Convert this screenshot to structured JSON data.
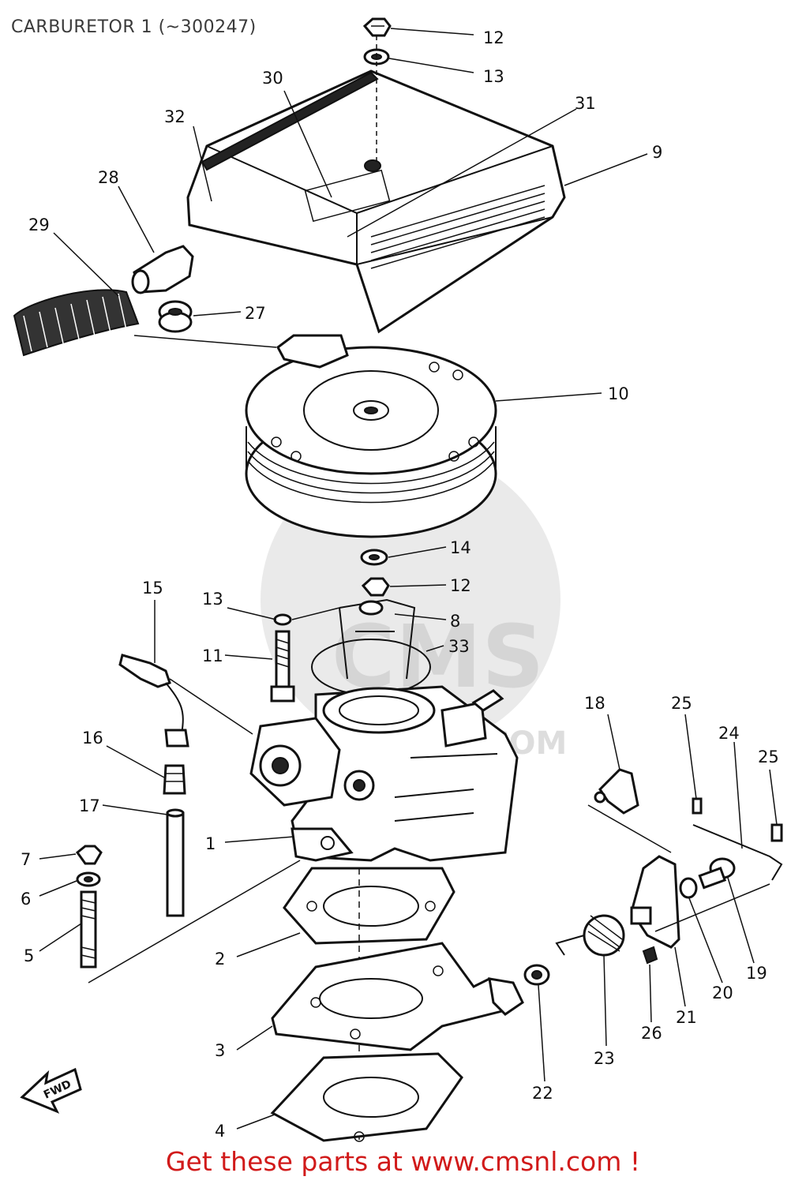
{
  "title": "CARBURETOR 1 (~300247)",
  "footer": {
    "text": "Get these parts at www.cmsnl.com !",
    "color": "#d11a1a"
  },
  "watermark": {
    "logo_text": "CMS",
    "url_text": ".COM"
  },
  "fwd_label": "FWD",
  "callouts": [
    {
      "id": "c12a",
      "label": "12"
    },
    {
      "id": "c13a",
      "label": "13"
    },
    {
      "id": "c30",
      "label": "30"
    },
    {
      "id": "c31",
      "label": "31"
    },
    {
      "id": "c32",
      "label": "32"
    },
    {
      "id": "c9",
      "label": "9"
    },
    {
      "id": "c28",
      "label": "28"
    },
    {
      "id": "c29",
      "label": "29"
    },
    {
      "id": "c27",
      "label": "27"
    },
    {
      "id": "c10",
      "label": "10"
    },
    {
      "id": "c14",
      "label": "14"
    },
    {
      "id": "c12b",
      "label": "12"
    },
    {
      "id": "c15",
      "label": "15"
    },
    {
      "id": "c13b",
      "label": "13"
    },
    {
      "id": "c8",
      "label": "8"
    },
    {
      "id": "c33",
      "label": "33"
    },
    {
      "id": "c11",
      "label": "11"
    },
    {
      "id": "c16",
      "label": "16"
    },
    {
      "id": "c18",
      "label": "18"
    },
    {
      "id": "c25a",
      "label": "25"
    },
    {
      "id": "c24",
      "label": "24"
    },
    {
      "id": "c25b",
      "label": "25"
    },
    {
      "id": "c17",
      "label": "17"
    },
    {
      "id": "c1",
      "label": "1"
    },
    {
      "id": "c7",
      "label": "7"
    },
    {
      "id": "c6",
      "label": "6"
    },
    {
      "id": "c5",
      "label": "5"
    },
    {
      "id": "c2",
      "label": "2"
    },
    {
      "id": "c19",
      "label": "19"
    },
    {
      "id": "c20",
      "label": "20"
    },
    {
      "id": "c21",
      "label": "21"
    },
    {
      "id": "c26",
      "label": "26"
    },
    {
      "id": "c23",
      "label": "23"
    },
    {
      "id": "c22",
      "label": "22"
    },
    {
      "id": "c3",
      "label": "3"
    },
    {
      "id": "c4",
      "label": "4"
    }
  ]
}
